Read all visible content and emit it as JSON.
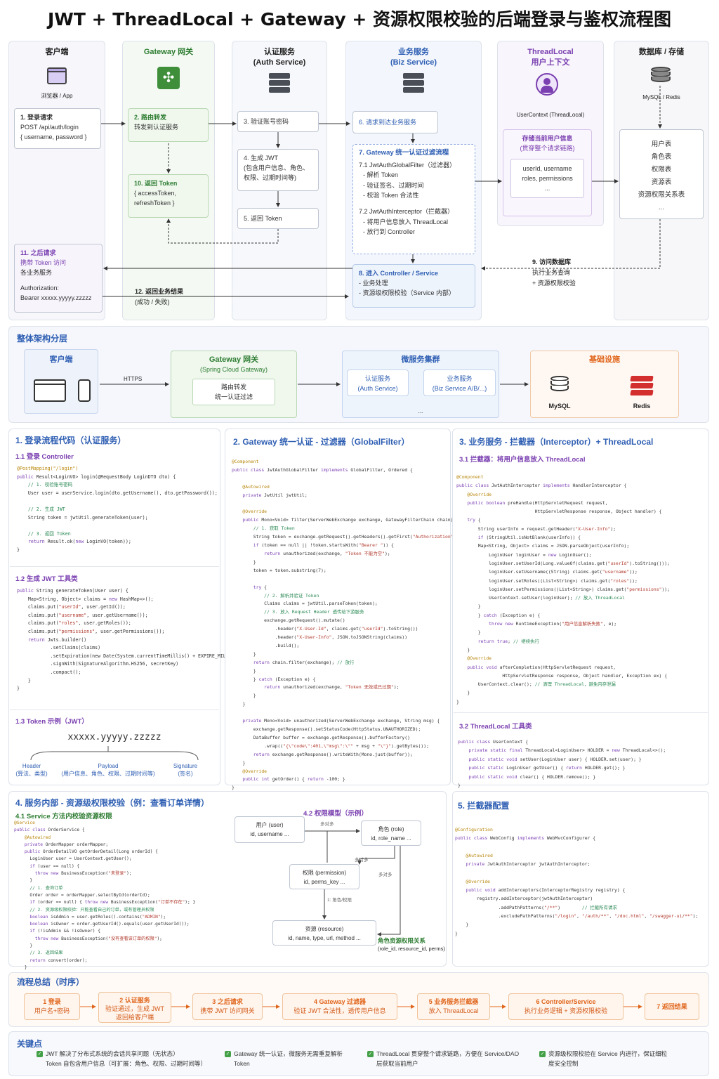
{
  "title": "JWT + ThreadLocal + Gateway + 资源权限校验的后端登录与鉴权流程图",
  "lanes": [
    {
      "name": "客户端",
      "sub": "浏览器 / App"
    },
    {
      "name": "Gateway 网关",
      "sub": ""
    },
    {
      "name": "认证服务",
      "sub": "(Auth Service)"
    },
    {
      "name": "业务服务",
      "sub": "(Biz Service)"
    },
    {
      "name": "ThreadLocal",
      "sub": "用户上下文",
      "caption": "UserContext (ThreadLocal)"
    },
    {
      "name": "数据库 / 存储",
      "sub": "MySQL / Redis"
    }
  ],
  "steps": {
    "s1": [
      "1. 登录请求",
      "POST /api/auth/login",
      "{ username, password }"
    ],
    "s2": [
      "2. 路由转发",
      "转发到认证服务"
    ],
    "s3": [
      "3. 验证账号密码"
    ],
    "s4": [
      "4. 生成 JWT",
      "(包含用户信息、角色、",
      "权限、过期时间等)"
    ],
    "s5": [
      "5. 返回 Token"
    ],
    "s6": [
      "6. 请求到达业务服务"
    ],
    "s7": [
      "7. Gateway 统一认证过滤流程",
      "7.1 JwtAuthGlobalFilter（过滤器）",
      "- 解析 Token",
      "- 验证签名、过期时间",
      "- 校验 Token 合法性",
      "7.2 JwtAuthInterceptor（拦截器）",
      "- 将用户信息放入 ThreadLocal",
      "- 放行到 Controller"
    ],
    "s8": [
      "8. 进入 Controller / Service",
      "- 业务处理",
      "- 资源级权限校验（Service 内部）"
    ],
    "s9": [
      "9. 访问数据库",
      "执行业务查询",
      "+ 资源权限校验"
    ],
    "s10": [
      "10. 返回 Token",
      "{ accessToken,",
      "refreshToken }"
    ],
    "s11": [
      "11. 之后请求",
      "携带 Token 访问",
      "各业务服务",
      "Authorization:",
      "Bearer xxxxx.yyyyy.zzzzz"
    ],
    "s12": [
      "12. 返回业务结果",
      "(成功 / 失败)"
    ],
    "tl_box": [
      "存储当前用户信息",
      "(贯穿整个请求链路)",
      "userId, username",
      "roles, permissions",
      "..."
    ],
    "db_items": [
      "用户表",
      "角色表",
      "权限表",
      "资源表",
      "资源权限关系表",
      "..."
    ]
  },
  "arch": {
    "title": "整体架构分层",
    "client": "客户端",
    "https": "HTTPS",
    "gateway": [
      "Gateway 网关",
      "(Spring Cloud Gateway)",
      "路由转发",
      "统一认证过滤"
    ],
    "micro": [
      "微服务集群",
      "认证服务",
      "(Auth Service)",
      "业务服务",
      "(Biz Service A/B/...)",
      "..."
    ],
    "infra": [
      "基础设施",
      "MySQL",
      "Redis"
    ]
  },
  "sec1": {
    "title": "1. 登录流程代码（认证服务）",
    "sub1": "1.1 登录 Controller",
    "sub2": "1.2 生成 JWT 工具类",
    "sub3": "1.3 Token 示例（JWT）",
    "token": "xxxxx.yyyyy.zzzzz",
    "parts": [
      "Header",
      "(算法、类型)",
      "Payload",
      "(用户信息、角色、权限、过期时间等)",
      "Signature",
      "(签名)"
    ]
  },
  "sec2": {
    "title": "2. Gateway 统一认证 - 过滤器（GlobalFilter）"
  },
  "sec3": {
    "title": "3. 业务服务 - 拦截器（Interceptor）+ ThreadLocal",
    "sub1": "3.1 拦截器：将用户信息放入 ThreadLocal",
    "sub2": "3.2 ThreadLocal 工具类"
  },
  "sec4": {
    "title": "4. 服务内部 - 资源级权限校验（例：查看订单详情）",
    "sub1": "4.1 Service 方法内校验资源权限",
    "sub2": "4.2 权限模型（示例）",
    "model": [
      "用户 (user)",
      "id, username ...",
      "角色 (role)",
      "id, role_name ...",
      "权限 (permission)",
      "id, perms_key ...",
      "资源 (resource)",
      "id, name, type, url, method ...",
      "角色资源权限关系",
      "(role_id, resource_id, perms)",
      "多对多",
      "多对多",
      "多对多",
      "1: 角色/权限"
    ]
  },
  "sec5": {
    "title": "5. 拦截器配置"
  },
  "summary": {
    "title": "流程总结（时序）",
    "steps": [
      [
        "1 登录",
        "用户名+密码"
      ],
      [
        "2 认证服务",
        "验证通过，生成 JWT",
        "返回给客户端"
      ],
      [
        "3 之后请求",
        "携带 JWT 访问网关"
      ],
      [
        "4 Gateway 过滤器",
        "验证 JWT 合法性，透传用户信息"
      ],
      [
        "5 业务服务拦截器",
        "放入 ThreadLocal"
      ],
      [
        "6 Controller/Service",
        "执行业务逻辑 + 资源权限校验"
      ],
      [
        "7 返回结果"
      ]
    ]
  },
  "keypoints": {
    "title": "关键点",
    "items": [
      [
        "JWT 解决了分布式系统的会话共享问题（无状态）",
        "Token 自包含用户信息（可扩展：角色、权限、过期时间等）"
      ],
      [
        "Gateway 统一认证，微服务无需重复解析",
        "Token"
      ],
      [
        "ThreadLocal 贯穿整个请求链路，方便在 Service/DAO",
        "层获取当前用户"
      ],
      [
        "资源级权限校验在 Service 内进行，保证细粒",
        "度安全控制"
      ]
    ]
  }
}
